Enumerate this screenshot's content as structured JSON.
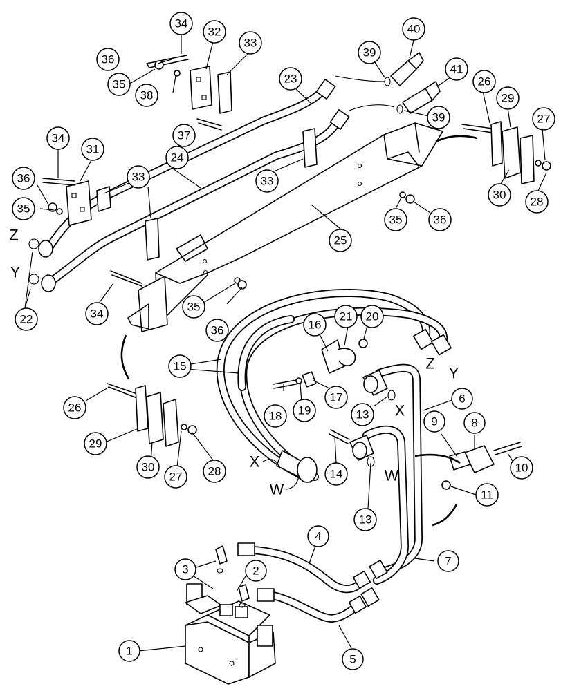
{
  "callouts": {
    "c1": "1",
    "c2": "2",
    "c3": "3",
    "c4": "4",
    "c5": "5",
    "c6": "6",
    "c7": "7",
    "c8": "8",
    "c9": "9",
    "c10": "10",
    "c11": "11",
    "c13a": "13",
    "c13b": "13",
    "c14": "14",
    "c15": "15",
    "c16": "16",
    "c17": "17",
    "c18": "18",
    "c19": "19",
    "c20": "20",
    "c21": "21",
    "c22": "22",
    "c23": "23",
    "c24": "24",
    "c25": "25",
    "c26a": "26",
    "c26b": "26",
    "c27a": "27",
    "c27b": "27",
    "c28a": "28",
    "c28b": "28",
    "c29a": "29",
    "c29b": "29",
    "c30a": "30",
    "c30b": "30",
    "c31": "31",
    "c32": "32",
    "c33a": "33",
    "c33b": "33",
    "c33c": "33",
    "c34a": "34",
    "c34b": "34",
    "c34c": "34",
    "c35a": "35",
    "c35b": "35",
    "c35c": "35",
    "c35d": "35",
    "c36a": "36",
    "c36b": "36",
    "c36c": "36",
    "c36d": "36",
    "c37": "37",
    "c38": "38",
    "c39a": "39",
    "c39b": "39",
    "c40": "40",
    "c41": "41"
  },
  "letters": {
    "z_left": "Z",
    "y_left": "Y",
    "z_right": "Z",
    "y_right": "Y",
    "x_top": "X",
    "x_left": "X",
    "w_left": "W",
    "w_right": "W"
  }
}
